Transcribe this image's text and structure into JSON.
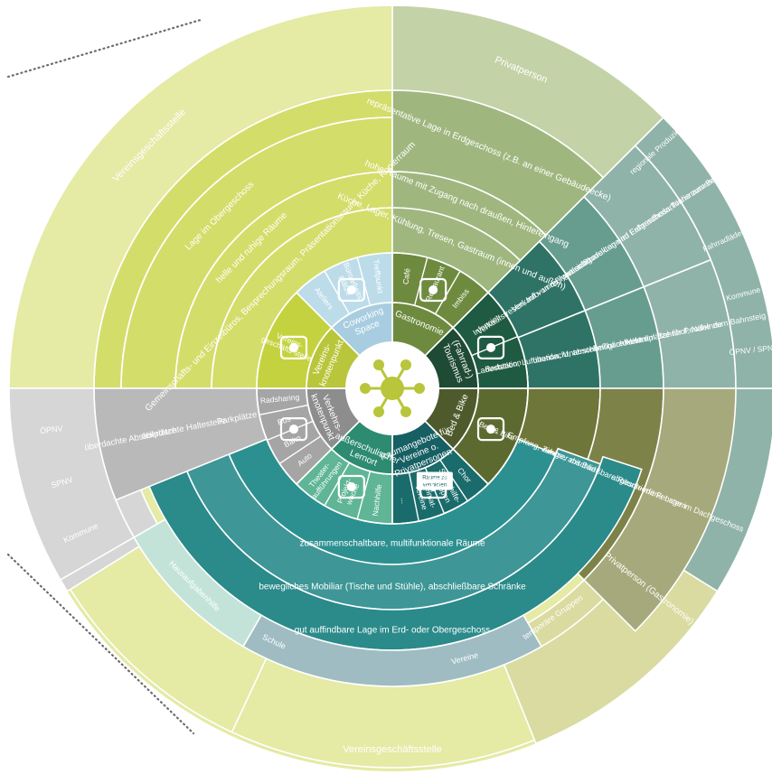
{
  "center": {
    "sectors": [
      {
        "name": "gastronomie",
        "label": [
          "Gastronomie"
        ],
        "color": "#6e8a3f",
        "icon": "coffee-cup-icon"
      },
      {
        "name": "tourismus",
        "label": [
          "(Fahrrad-)",
          "Tourismus"
        ],
        "color": "#1f4a34",
        "icon": "cyclist-info-icon"
      },
      {
        "name": "bed-bike",
        "label": [
          "Bed & Bike"
        ],
        "color": "#4e5a2c",
        "icon": "bed-sleep-icon"
      },
      {
        "name": "raumangebote",
        "label": [
          "Raumangebote für",
          "Vereine o.",
          "Privatpersonen"
        ],
        "color": "#165f63",
        "icon": "rooms-for-rent-icon",
        "sign": [
          "Räume zu",
          "vermieten"
        ]
      },
      {
        "name": "lernort",
        "label": [
          "außerschulischer",
          "Lernort"
        ],
        "color": "#2c8b70",
        "icon": "head-gears-icon"
      },
      {
        "name": "verkehr",
        "label": [
          "Verkehrs-",
          "knotenpunkt"
        ],
        "color": "#8d8d8d",
        "icon": "transport-icon"
      },
      {
        "name": "verein",
        "label": [
          "Vereins-",
          "knotenpunkt"
        ],
        "color": "#b9c53a",
        "icon": "network-icon"
      },
      {
        "name": "coworking",
        "label": [
          "Coworking",
          "Space"
        ],
        "color": "#a8cde0",
        "icon": "meeting-table-icon"
      }
    ],
    "hub_icon": "anchor-network-icon"
  },
  "ring2": [
    {
      "items": [
        "Café",
        "Restaurant",
        "Imbiss"
      ]
    },
    {
      "items": [
        "Infopoint",
        "Radstation"
      ]
    },
    {
      "items": [
        "Bed & Bike"
      ]
    },
    {
      "items": [
        "Chor",
        "Selbsthilfe-gruppen",
        "Heimat-vereine",
        "..."
      ]
    },
    {
      "items": [
        "Nachhilfe",
        "Projekt-woche",
        "Theater-aufführungen"
      ]
    },
    {
      "items": [
        "Auto",
        "Bahn",
        "Bus",
        "Radsharing"
      ]
    },
    {
      "items": [
        "Vereins-geschäfts-stelle"
      ]
    },
    {
      "items": [
        "Ateliers",
        "Büroarbeits-plätze",
        "Treffpunkt"
      ]
    }
  ],
  "requirements": {
    "gastronomie": [
      "Küche, Lager, Kühlung, Tresen, Gastraum (innen und außen)",
      "hohe Räume mit Zugang nach draußen, Hintereingang",
      "repräsentative Lage in Erdgeschoss (z.B. an einer Gebäudeecke)"
    ],
    "tourismus": [
      "Verkaufstresen, Info- und Flyerauslage",
      "Verkauf von regionalen Produkten und Fahrradbedarf",
      "gut sichtbare Lage im Erdgeschoss, Nähe zum Bahnsteig"
    ],
    "radstation": [
      "Ladestation, Luftstation, Unterstellmöglichkeiten",
      "überdacht, abschließbare Abstellplätze für Pendelnde",
      "direkt am Bahnhof, Nähe zum Bahnsteig"
    ],
    "bed-bike": [
      "Empfang, Zimmer mit Bad",
      "ruhige, abschließbare Räume mit Fenstern",
      "abgeschiedene Lage im Dachgeschoss"
    ],
    "lower": [
      "zusammenschaltbare, multifunktionale Räume",
      "bewegliches Mobiliar (Tische und Stühle), abschließbare Schränke",
      "gut auffindbare Lage im Erd- oder Obergeschoss"
    ],
    "verkehr": [
      "Parkplätze",
      "überdachte Haltestelle",
      "überdachte Abstellplätze"
    ],
    "verein": [
      "Gemeinschafts- und Einzelbüros, Besprechungsraum, Präsentationsraum, Küche, Kopierraum",
      "helle und ruhige Räume",
      "Lage im Obergeschoss"
    ]
  },
  "actors": {
    "privatperson_top": "Privatperson",
    "tourism_actors": [
      "regionale Produzierende",
      "Tourismusvereine",
      "Fahrradläden",
      "Kommune",
      "ÖPNV / SPNV"
    ],
    "privatperson_gastro": "Privatperson (Gastronomie)",
    "lower_actors": [
      "Hausaufgabenhilfe",
      "Schule",
      "Vereine",
      "temporäre Gruppen"
    ],
    "vereinsgeschaeftsstelle_bottom": "Vereinsgeschäftsstelle",
    "verkehr_actors": [
      "Kommune",
      "SPNV",
      "ÖPNV"
    ],
    "vereinsgeschaeftsstelle_top": "Vereinsgeschäftsstelle"
  },
  "colors": {
    "lime_light": "#e5eaa5",
    "lime_mid": "#d3dd6a",
    "lime_ring": "#cbd561",
    "sage_light": "#c4d2a8",
    "sage": "#9fb77f",
    "olive": "#6e8a3f",
    "teal_dark": "#2f7366",
    "teal_mid": "#679d8f",
    "teal_light": "#8fb3a8",
    "olive_dark": "#7d8248",
    "olive_grey": "#a6a97b",
    "teal_band": "#3e9696",
    "teal_band2": "#2b8787",
    "grey_light": "#d6d6d6",
    "grey_mid": "#b9b9b9",
    "grey_dark": "#a7a7a7",
    "mint": "#c3e3d8",
    "blue_grey": "#9fbcc3"
  }
}
